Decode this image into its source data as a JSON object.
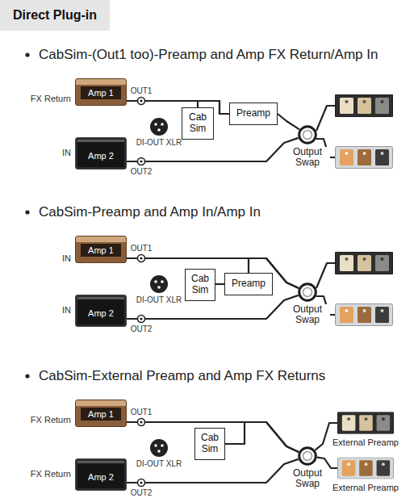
{
  "diagram": {
    "title": "Direct Plug-in",
    "nodes": [
      {
        "text": [
          "Amp 1"
        ]
      },
      {
        "text": [
          "Amp 2"
        ]
      },
      {
        "text": [
          "Cab Sim"
        ]
      },
      {
        "text": [
          "Preamp"
        ]
      },
      {
        "text": [
          "Output Swap"
        ]
      },
      {
        "text": [
          "Amp 1"
        ]
      },
      {
        "text": [
          "Amp 2"
        ]
      },
      {
        "text": [
          "Cab Sim"
        ]
      },
      {
        "text": [
          "Preamp"
        ]
      },
      {
        "text": [
          "Output Swap"
        ]
      },
      {
        "text": [
          "Amp 1"
        ]
      },
      {
        "text": [
          "Amp 2"
        ]
      },
      {
        "text": [
          "Cab Sim"
        ]
      },
      {
        "text": [
          "Output Swap"
        ]
      },
      {
        "text": [
          "External Preamp"
        ]
      },
      {
        "text": [
          "External Preamp"
        ]
      }
    ],
    "edges": [
      {
        "from": 4,
        "to": 3,
        "arrow": "none"
      },
      {
        "from": 3,
        "to": 0,
        "arrow": "none"
      },
      {
        "from": 3,
        "to": 2,
        "arrow": "none"
      },
      {
        "from": 4,
        "to": 1,
        "arrow": "none"
      },
      {
        "from": 9,
        "to": 5,
        "arrow": "none"
      },
      {
        "from": 9,
        "to": 8,
        "arrow": "none"
      },
      {
        "from": 8,
        "to": 7,
        "arrow": "none"
      },
      {
        "from": 9,
        "to": 6,
        "arrow": "none"
      },
      {
        "from": 13,
        "to": 10,
        "arrow": "none"
      },
      {
        "from": 13,
        "to": 12,
        "arrow": "none"
      },
      {
        "from": 13,
        "to": 11,
        "arrow": "none"
      },
      {
        "from": 13,
        "to": 14,
        "arrow": "none"
      },
      {
        "from": 13,
        "to": 15,
        "arrow": "none"
      }
    ],
    "labels": [
      "CabSim-(Out1 too)-Preamp and Amp FX Return/Amp In",
      "FX Return",
      "IN",
      "OUT1",
      "DI-OUT XLR",
      "OUT2",
      "CabSim-Preamp and Amp In/Amp In",
      "IN",
      "IN",
      "OUT1",
      "DI-OUT XLR",
      "OUT2",
      "CabSim-External Preamp and Amp FX Returns",
      "FX Return",
      "FX Return",
      "OUT1",
      "DI-OUT XLR",
      "OUT2"
    ]
  }
}
